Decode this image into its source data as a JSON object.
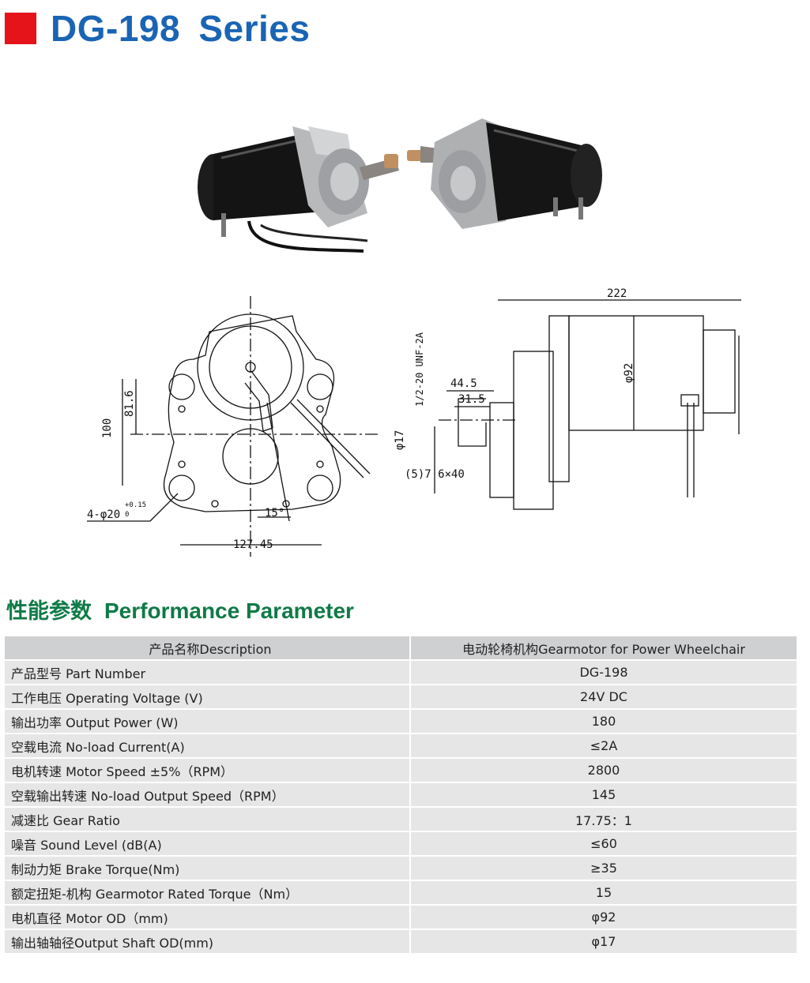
{
  "header": {
    "title": "DG-198  Series"
  },
  "drawing_labels": {
    "overall_length": "222",
    "shaft_len_a": "44.5",
    "shaft_len_b": "31.5",
    "shaft_dia": "φ17",
    "key": "(5)7 6×40",
    "thread": "1/2-20 UNF-2A",
    "motor_dia": "φ92",
    "height_a": "81.6",
    "height_b": "100",
    "hole_spacing": "127.45",
    "angle": "15°",
    "holes": "4-φ20",
    "tol_upper": "+0.15",
    "tol_lower": "0"
  },
  "section": {
    "title_cn": "性能参数",
    "title_en": "Performance Parameter"
  },
  "table": {
    "header": {
      "description": "产品名称Description",
      "value": "电动轮椅机构Gearmotor for Power Wheelchair"
    },
    "rows": [
      {
        "label": "产品型号 Part Number",
        "value": "DG-198"
      },
      {
        "label": "工作电压 Operating Voltage (V)",
        "value": "24V DC"
      },
      {
        "label": "输出功率 Output Power (W)",
        "value": "180"
      },
      {
        "label": "空载电流 No-load Current(A)",
        "value": "≤2A"
      },
      {
        "label": "电机转速 Motor Speed ±5%（RPM）",
        "value": "2800"
      },
      {
        "label": "空载输出转速 No-load Output Speed（RPM）",
        "value": "145"
      },
      {
        "label": "减速比 Gear Ratio",
        "value": "17.75：1"
      },
      {
        "label": "噪音 Sound Level (dB(A)",
        "value": "≤60"
      },
      {
        "label": "制动力矩 Brake Torque(Nm)",
        "value": "≥35"
      },
      {
        "label": "额定扭矩-机构 Gearmotor Rated Torque（Nm）",
        "value": "15"
      },
      {
        "label": "电机直径 Motor OD（mm)",
        "value": "φ92"
      },
      {
        "label": "输出轴轴径Output Shaft OD(mm)",
        "value": "φ17"
      }
    ]
  }
}
